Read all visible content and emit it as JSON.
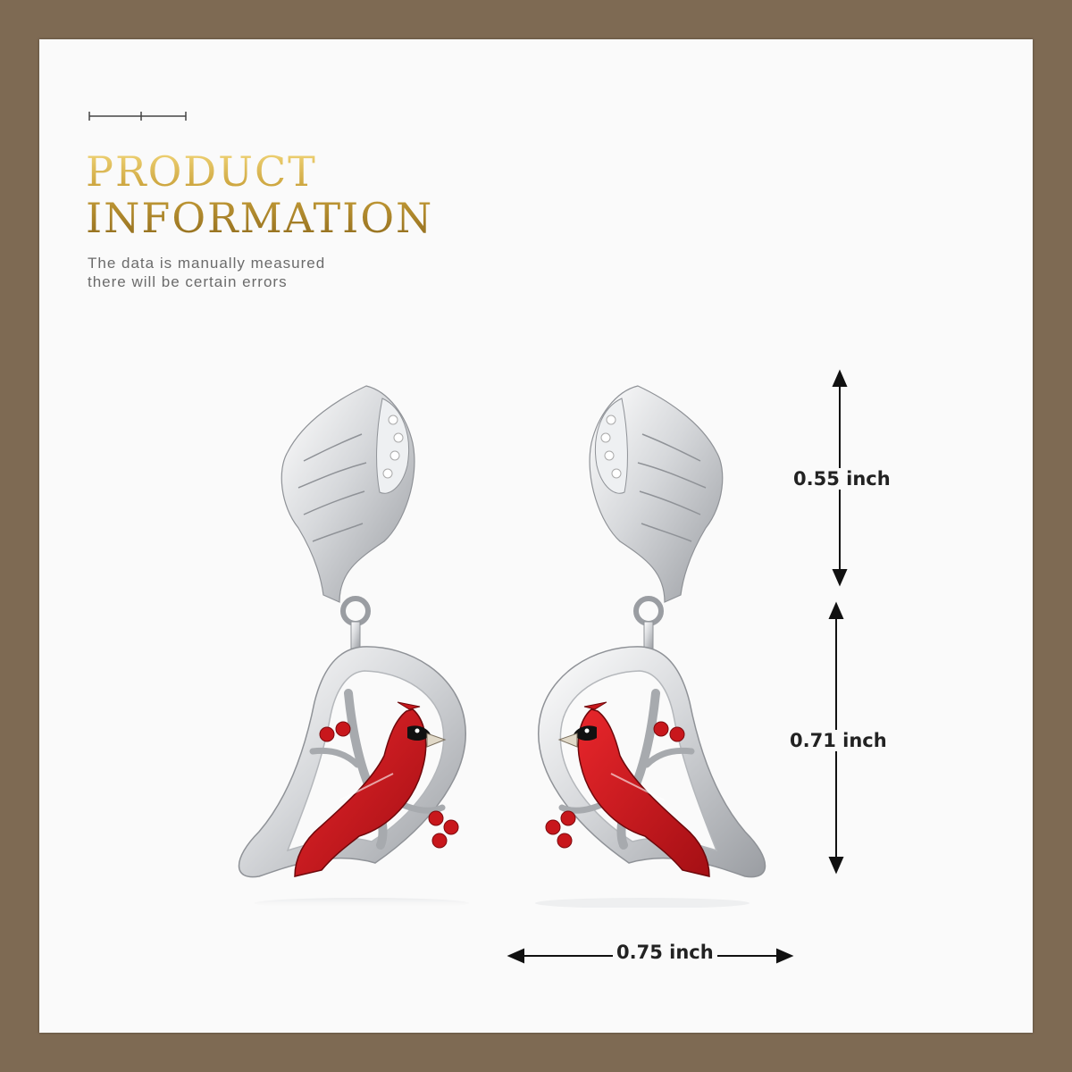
{
  "header": {
    "title_line1": "PRODUCT",
    "title_line2": "INFORMATION",
    "note_line1": "The data is manually measured",
    "note_line2": "there will be certain errors"
  },
  "dimensions": {
    "top_height": "0.55 inch",
    "pendant_height": "0.71 inch",
    "width": "0.75 inch"
  },
  "colors": {
    "background": "#7e6a53",
    "panel": "#fafafa",
    "title_gold": "#c9a43a",
    "cardinal_red": "#c8171c",
    "silver": "#d9dbde"
  }
}
